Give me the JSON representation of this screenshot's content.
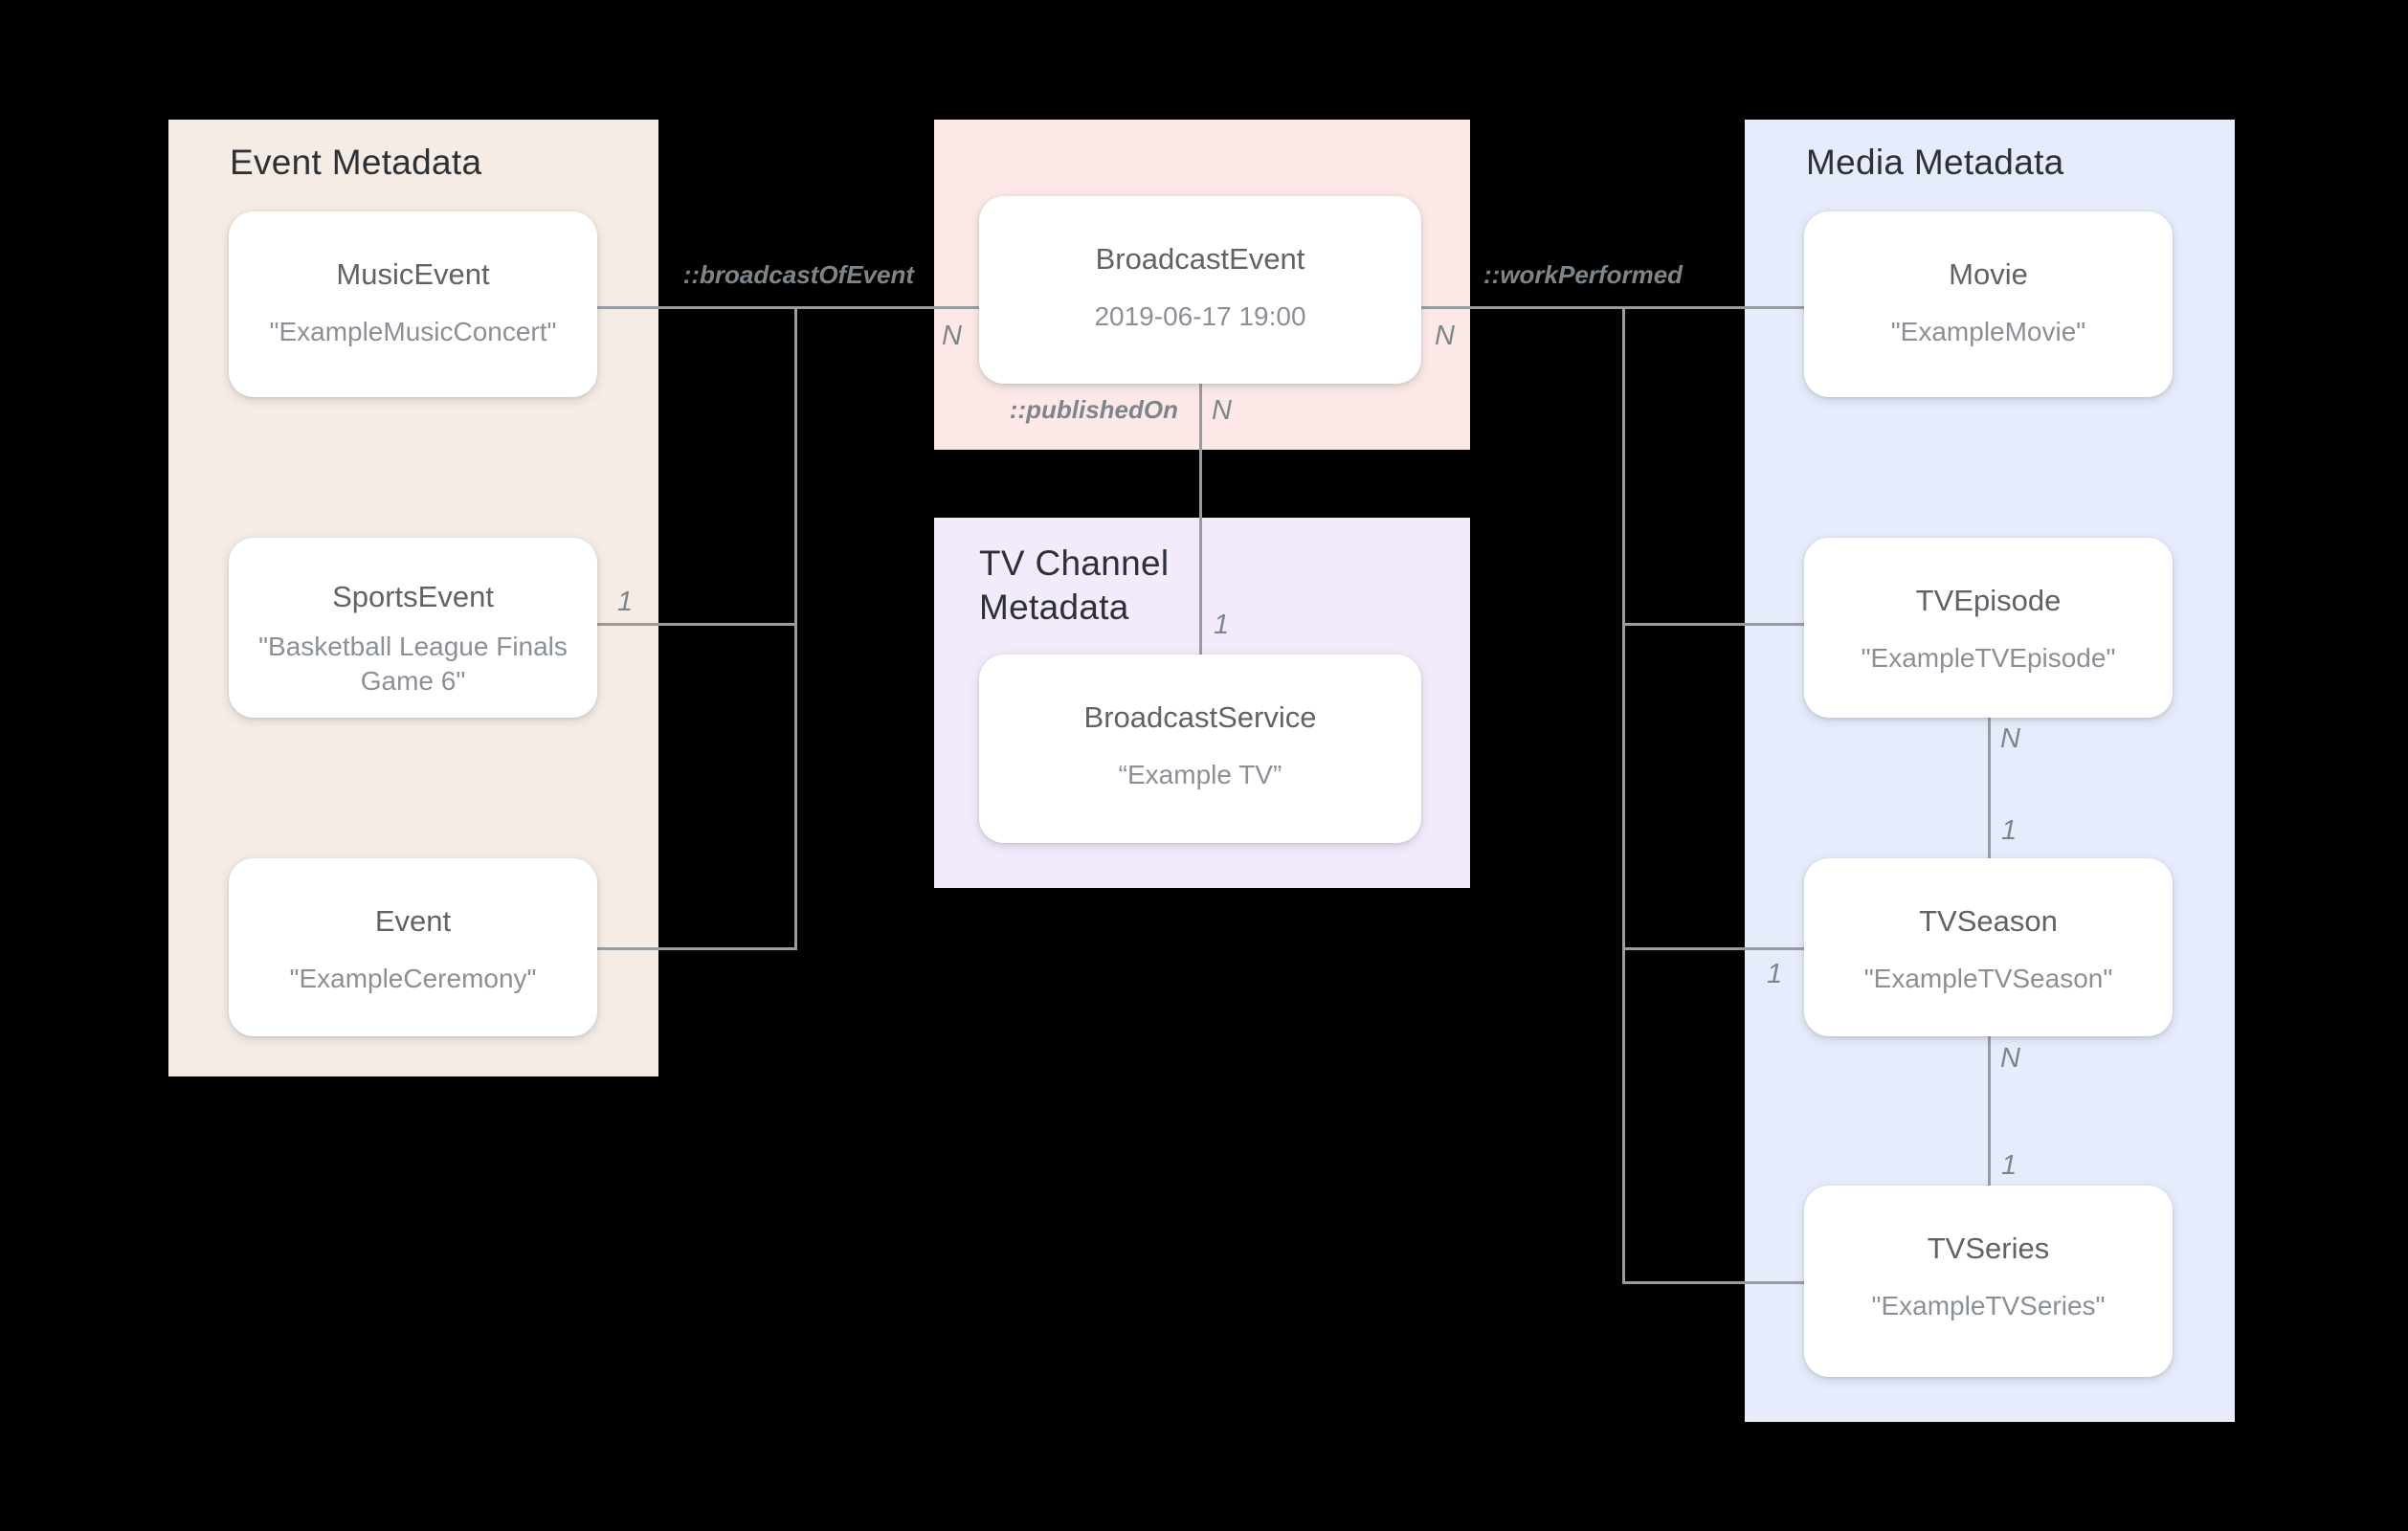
{
  "colors": {
    "background": "#000000",
    "card_bg": "#ffffff",
    "line": "#979ca1",
    "panel_event_bg": "#f5ece6",
    "panel_broadcast_bg": "#fce9e7",
    "panel_tv_channel_bg": "#f3eafb",
    "panel_media_bg": "#e6ecfb",
    "panel_title_text": "#2d3034",
    "card_title_text": "#5f6368",
    "card_subtitle_text": "#8a9096",
    "edge_label_text": "#7d858b"
  },
  "panels": {
    "event": {
      "title": "Event Metadata",
      "cards": [
        {
          "title": "MusicEvent",
          "subtitle": "\"ExampleMusicConcert\""
        },
        {
          "title": "SportsEvent",
          "subtitle": "\"Basketball League Finals Game 6\""
        },
        {
          "title": "Event",
          "subtitle": "\"ExampleCeremony\""
        }
      ]
    },
    "broadcast": {
      "cards": [
        {
          "title": "BroadcastEvent",
          "subtitle": "2019-06-17 19:00"
        }
      ]
    },
    "tv_channel": {
      "title": "TV Channel Metadata",
      "cards": [
        {
          "title": "BroadcastService",
          "subtitle": "“Example TV”"
        }
      ]
    },
    "media": {
      "title": "Media Metadata",
      "cards": [
        {
          "title": "Movie",
          "subtitle": "\"ExampleMovie\""
        },
        {
          "title": "TVEpisode",
          "subtitle": "\"ExampleTVEpisode\""
        },
        {
          "title": "TVSeason",
          "subtitle": "\"ExampleTVSeason\""
        },
        {
          "title": "TVSeries",
          "subtitle": "\"ExampleTVSeries\""
        }
      ]
    }
  },
  "edge_labels": {
    "broadcast_of_event": "::broadcastOfEvent",
    "work_performed": "::workPerformed",
    "published_on": "::publishedOn"
  },
  "cardinalities": {
    "music_broadcast_n": "N",
    "sports_1": "1",
    "broadcast_movie_n": "N",
    "published_on_n": "N",
    "published_on_1": "1",
    "season_branch_1": "1",
    "episode_season_n": "N",
    "episode_season_1": "1",
    "season_series_n": "N",
    "season_series_1": "1"
  }
}
